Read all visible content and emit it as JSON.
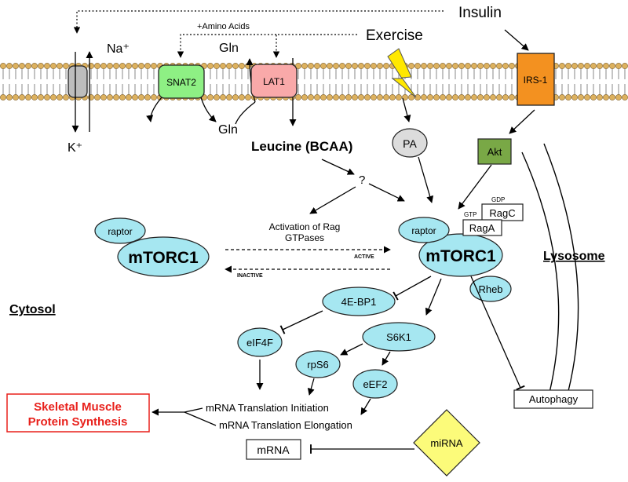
{
  "signals": {
    "insulin": "Insulin",
    "exercise": "Exercise",
    "amino_acids": "+Amino Acids"
  },
  "membrane": {
    "na": "Na⁺",
    "k": "K⁺",
    "gln_top": "Gln",
    "gln_bottom": "Gln",
    "snat2": "SNAT2",
    "lat1": "LAT1",
    "irs1": "IRS-1"
  },
  "nodes": {
    "leucine": "Leucine (BCAA)",
    "question": "?",
    "pa": "PA",
    "akt": "Akt",
    "rag_activation_line1": "Activation of Rag",
    "rag_activation_line2": "GTPases",
    "active": "ACTIVE",
    "inactive": "INACTIVE",
    "gdp": "GDP",
    "gtp": "GTP",
    "ragc": "RagC",
    "raga": "RagA",
    "raptor_left": "raptor",
    "mtorc1_left": "mTORC1",
    "raptor_right": "raptor",
    "mtorc1_right": "mTORC1",
    "rheb": "Rheb",
    "lysosome": "Lysosome",
    "cytosol": "Cytosol",
    "fourebp1": "4E-BP1",
    "eif4f": "eIF4F",
    "s6k1": "S6K1",
    "rps6": "rpS6",
    "eef2": "eEF2",
    "autophagy": "Autophagy",
    "translation_initiation": "mRNA Translation Initiation",
    "translation_elongation": "mRNA Translation Elongation",
    "synthesis_line1": "Skeletal Muscle",
    "synthesis_line2": "Protein Synthesis",
    "mrna": "mRNA",
    "mirna": "miRNA"
  },
  "colors": {
    "node_fill": "#a6e7f1",
    "snat2": "#8ef084",
    "lat1": "#f9a9a9",
    "irs1": "#f39120",
    "akt": "#79a846",
    "mirna": "#fcfb7a",
    "lipid_head": "#ddb15e",
    "pa_fill": "#dcdcdc",
    "bolt": "#ffe800",
    "red": "#e8201b"
  }
}
